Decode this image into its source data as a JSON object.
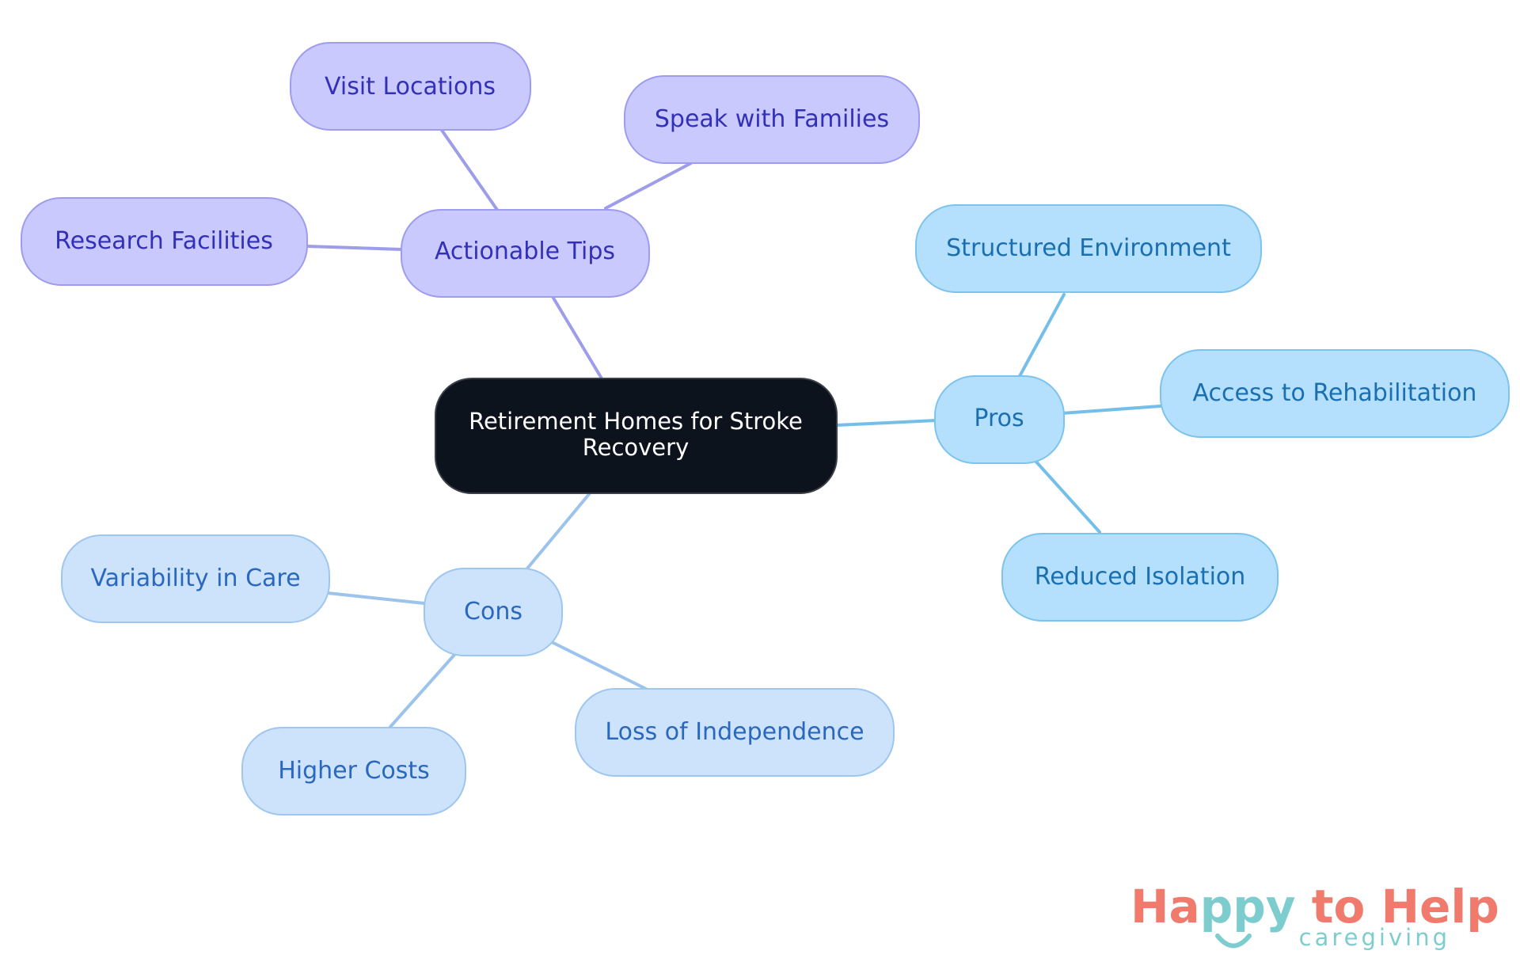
{
  "root": {
    "label_lines": [
      "Retirement Homes for Stroke",
      "Recovery"
    ]
  },
  "branches": {
    "tips": {
      "label": "Actionable Tips",
      "children": [
        "Visit Locations",
        "Speak with Families",
        "Research Facilities"
      ]
    },
    "pros": {
      "label": "Pros",
      "children": [
        "Structured Environment",
        "Access to Rehabilitation",
        "Reduced Isolation"
      ]
    },
    "cons": {
      "label": "Cons",
      "children": [
        "Variability in Care",
        "Loss of Independence",
        "Higher Costs"
      ]
    }
  },
  "logo": {
    "part1": "Ha",
    "part2": "ppy",
    "part3": " to Help",
    "subtitle": "caregiving"
  },
  "colors": {
    "root_fill": "#0d131c",
    "root_text": "#ffffff",
    "tips_fill": "#c9c9fd",
    "tips_stroke": "#9e9cf1",
    "tips_text": "#3330b8",
    "tips_line": "#9e9de9",
    "pros_fill": "#b5e0fd",
    "pros_stroke": "#7cc3ee",
    "pros_text": "#1a6fb0",
    "pros_line": "#74bfe9",
    "cons_fill": "#cde3fb",
    "cons_stroke": "#9ec6ef",
    "cons_text": "#2a67bf",
    "cons_line": "#9bc3ec",
    "logo_coral": "#f07a6c",
    "logo_teal": "#7ecdce"
  }
}
